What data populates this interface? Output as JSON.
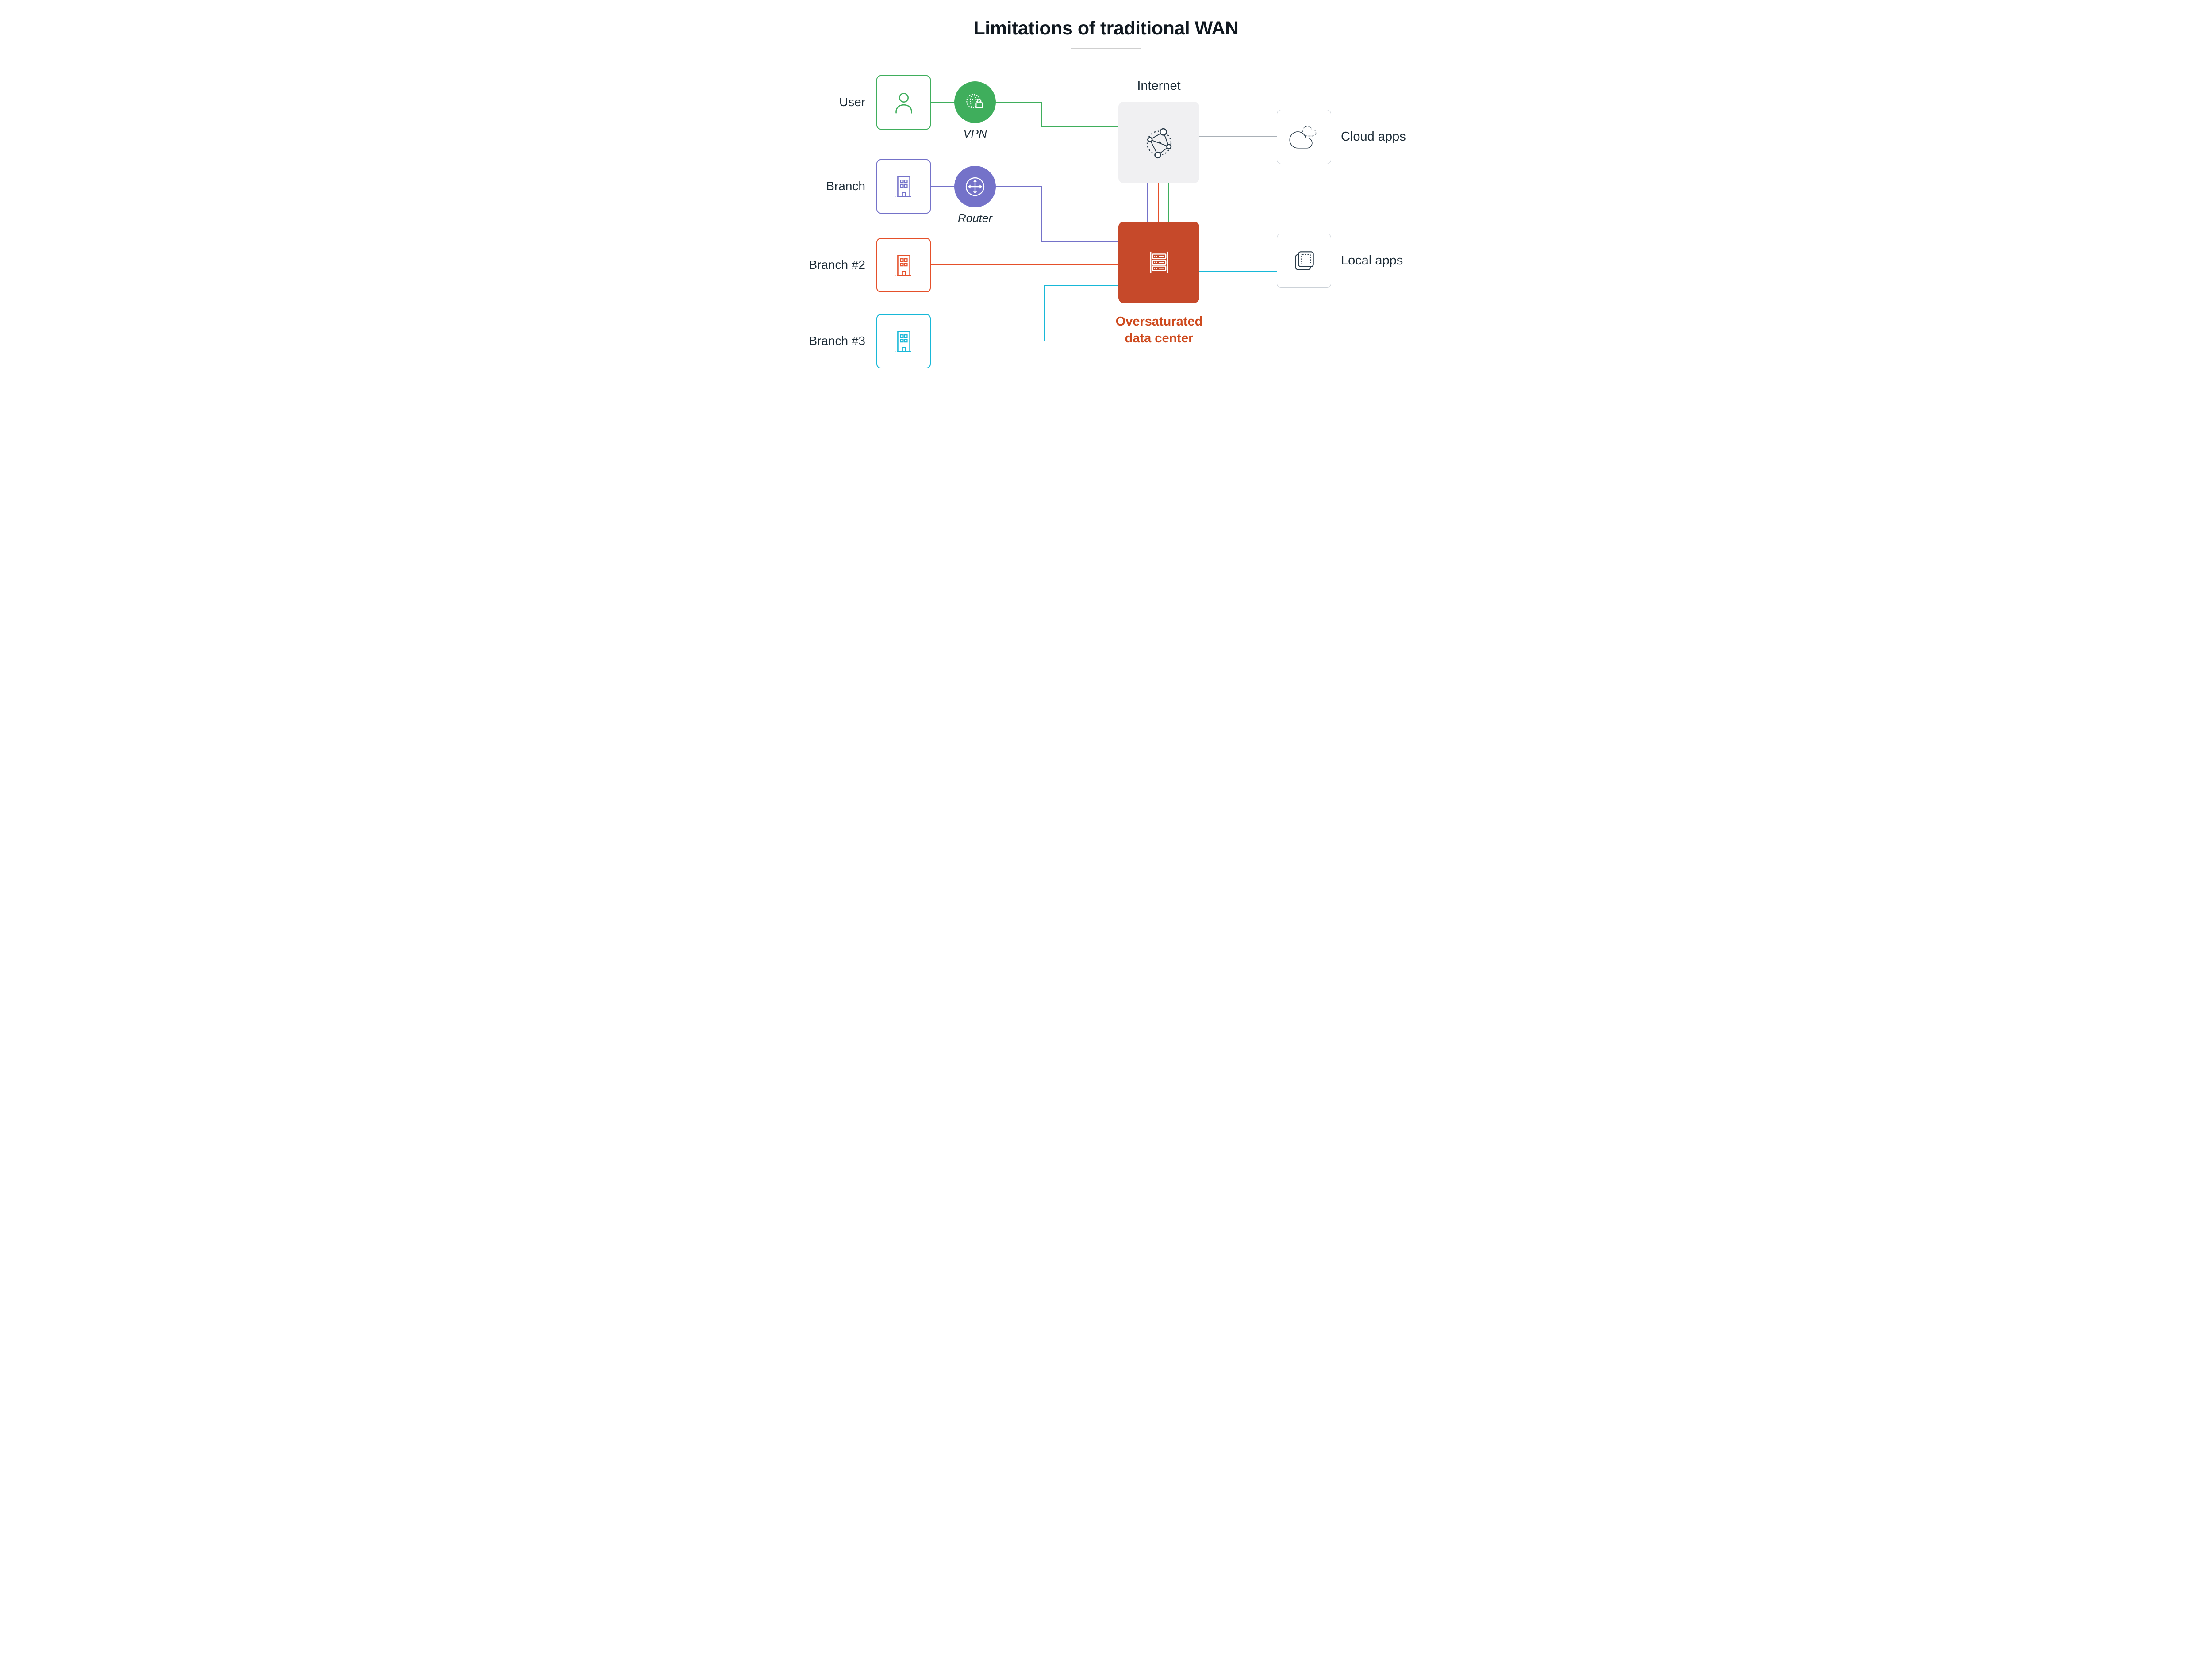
{
  "title": {
    "text": "Limitations of traditional WAN"
  },
  "labels": {
    "user": "User",
    "branch": "Branch",
    "branch2": "Branch #2",
    "branch3": "Branch #3",
    "vpn": "VPN",
    "router": "Router",
    "internet": "Internet",
    "cloud_apps": "Cloud apps",
    "local_apps": "Local apps",
    "datacenter_line1": "Oversaturated",
    "datacenter_line2": "data center"
  },
  "icons": {
    "user": "person-icon",
    "branch": "building-icon",
    "branch2": "building-icon",
    "branch3": "building-icon",
    "vpn": "globe-lock-icon",
    "router": "router-arrows-icon",
    "internet": "network-globe-icon",
    "datacenter": "server-rack-icon",
    "cloud_apps": "cloud-icon",
    "local_apps": "stacked-squares-icon"
  },
  "colors": {
    "green": "#3fae5c",
    "purple": "#7472c9",
    "orange": "#e5502a",
    "cyan": "#17b8d8",
    "dark": "#1c2b36",
    "title": "#101820",
    "box_gray": "#f0f0f2",
    "dc_fill": "#c6492a",
    "dc_text": "#ce4a1e",
    "border_gray": "#ccd2d8",
    "line_gray": "#a9b0b7",
    "underline_gray": "#cfcfcf",
    "icon_dark": "#2a3b49"
  }
}
